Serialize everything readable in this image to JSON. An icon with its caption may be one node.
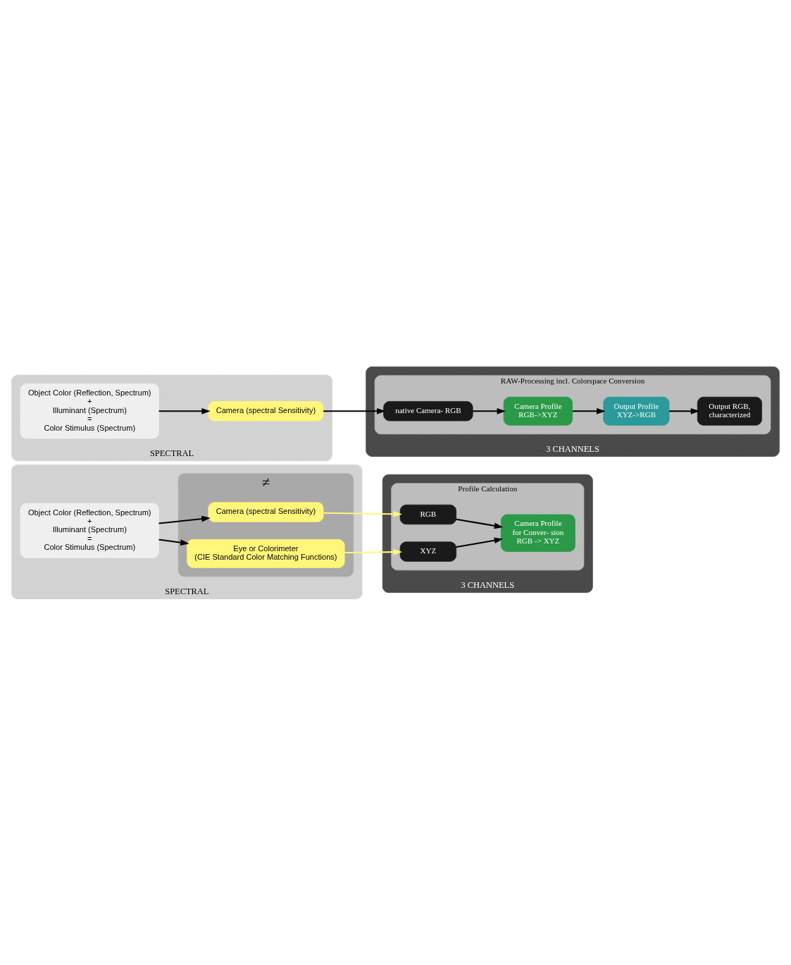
{
  "diagram": {
    "nodes": [
      {
        "text": [
          "SPECTRAL"
        ]
      },
      {
        "text": [
          "Object Color (Reflection, Spectrum)",
          "+",
          "Illuminant (Spectrum)",
          "=",
          "Color Stimulus (Spectrum)"
        ],
        "in": 0
      },
      {
        "text": [
          "≠"
        ],
        "in": 0
      },
      {
        "text": [
          "Camera (spectral Sensitivity)"
        ],
        "in": 2
      },
      {
        "text": [
          "Eye or Colorimeter",
          "(CIE Standard Color Matching Functions)"
        ],
        "in": 2
      },
      {
        "text": [
          "3 CHANNELS"
        ]
      },
      {
        "text": [
          "Profile Calculation"
        ],
        "in": 5
      },
      {
        "text": [
          "RGB"
        ],
        "in": 6
      },
      {
        "text": [
          "XYZ"
        ],
        "in": 6
      },
      {
        "text": [
          "Camera Profile",
          "for Conver- sion",
          "RGB -> XYZ"
        ],
        "in": 6
      },
      {
        "text": [
          "SPECTRAL"
        ]
      },
      {
        "text": [
          "Object Color (Reflection, Spectrum)",
          "+",
          "Illuminant (Spectrum)",
          "=",
          "Color Stimulus (Spectrum)"
        ],
        "in": 10
      },
      {
        "text": [
          "Camera (spectral Sensitivity)"
        ],
        "in": 10
      },
      {
        "text": [
          "3 CHANNELS"
        ]
      },
      {
        "text": [
          "RAW-Processing incl. Colorspace Conversion"
        ],
        "in": 13
      },
      {
        "text": [
          "native Camera- RGB"
        ],
        "in": 14
      },
      {
        "text": [
          "Output RGB,",
          "characterized"
        ],
        "in": 14
      },
      {
        "text": [
          "Camera Profile",
          "RGB->XYZ"
        ],
        "in": 14
      },
      {
        "text": [
          "Output Profile",
          "XYZ->RGB"
        ],
        "in": 14
      }
    ],
    "edges": [
      {
        "from": 1,
        "to": 3,
        "arrow": "to"
      },
      {
        "from": 1,
        "to": 4,
        "arrow": "to"
      },
      {
        "from": 3,
        "to": 7,
        "arrow": "to",
        "color": "#fff67a"
      },
      {
        "from": 4,
        "to": 8,
        "arrow": "to",
        "color": "#fff67a"
      },
      {
        "from": 7,
        "to": 9,
        "arrow": "to"
      },
      {
        "from": 8,
        "to": 9,
        "arrow": "to"
      },
      {
        "from": 11,
        "to": 12,
        "arrow": "to"
      },
      {
        "from": 12,
        "to": 15,
        "arrow": "to"
      },
      {
        "from": 15,
        "to": 17,
        "arrow": "to"
      },
      {
        "from": 17,
        "to": 18,
        "arrow": "to"
      },
      {
        "from": 18,
        "to": 16,
        "arrow": "to"
      }
    ]
  }
}
